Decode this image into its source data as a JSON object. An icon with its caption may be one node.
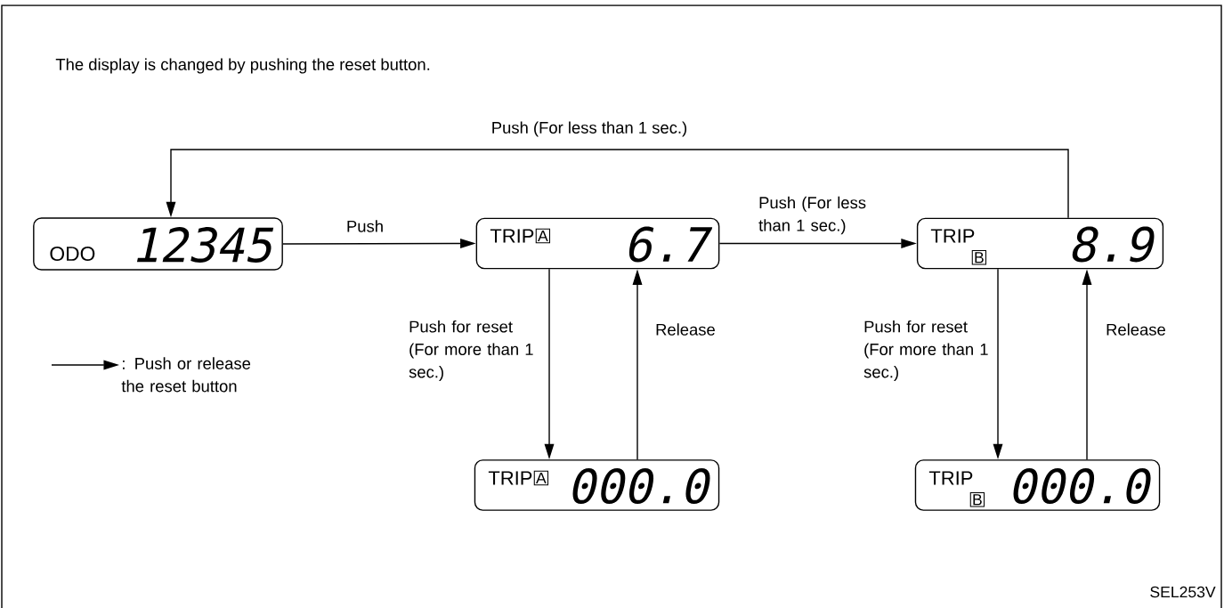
{
  "diagram": {
    "title": "The display is changed by pushing the reset button.",
    "nodes": [
      {
        "text": [
          "ODO",
          "12345"
        ]
      },
      {
        "text": [
          "TRIP",
          "A",
          "6.7"
        ]
      },
      {
        "text": [
          "TRIP",
          "B",
          "8.9"
        ]
      },
      {
        "text": [
          "TRIP",
          "A",
          "000.0"
        ]
      },
      {
        "text": [
          "TRIP",
          "B",
          "000.0"
        ]
      }
    ],
    "edges": [
      {
        "from": 0,
        "to": 1,
        "arrow": "to",
        "label": "Push"
      },
      {
        "from": 1,
        "to": 2,
        "arrow": "to",
        "label": "Push (For less than 1 sec.)"
      },
      {
        "from": 2,
        "to": 0,
        "arrow": "to",
        "label": "Push (For less than 1 sec.)"
      },
      {
        "from": 1,
        "to": 3,
        "arrow": "to",
        "label": "Push for reset (For more than 1 sec.)"
      },
      {
        "from": 3,
        "to": 1,
        "arrow": "to",
        "label": "Release"
      },
      {
        "from": 2,
        "to": 4,
        "arrow": "to",
        "label": "Push for reset (For more than 1 sec.)"
      },
      {
        "from": 4,
        "to": 2,
        "arrow": "to",
        "label": "Release"
      }
    ],
    "labels": [
      "SEL253V"
    ],
    "legend": [
      {
        "text": ": Push or release the reset button"
      }
    ]
  }
}
